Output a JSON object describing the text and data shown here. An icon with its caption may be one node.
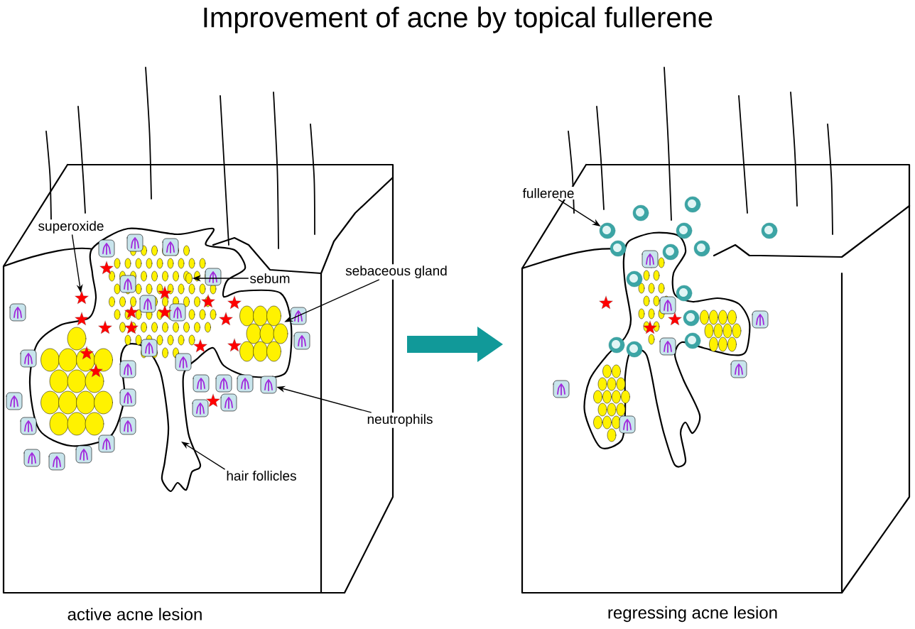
{
  "diagram": {
    "title": "Improvement of acne by topical fullerene",
    "nodes": [
      {
        "text": [
          "superoxide"
        ]
      },
      {
        "text": [
          "sebum"
        ]
      },
      {
        "text": [
          "sebaceous gland"
        ]
      },
      {
        "text": [
          "neutrophils"
        ]
      },
      {
        "text": [
          "hair follicles"
        ]
      },
      {
        "text": [
          "fullerene"
        ]
      },
      {
        "text": [],
        "shape": "star"
      },
      {
        "text": [],
        "shape": "ellipse"
      },
      {
        "text": [],
        "shape": "picture"
      },
      {
        "text": [],
        "shape": "picture"
      },
      {
        "text": [],
        "shape": "circle"
      }
    ],
    "edges": [
      {
        "from": 0,
        "to": 6,
        "arrow": "to"
      },
      {
        "from": 1,
        "to": 7,
        "arrow": "to"
      },
      {
        "from": 2,
        "to": 8,
        "arrow": "to"
      },
      {
        "from": 3,
        "to": 9,
        "arrow": "to"
      },
      {
        "from": 4,
        "to": null,
        "arrow": "to"
      },
      {
        "from": 5,
        "to": 10,
        "arrow": "to"
      }
    ],
    "labels": [
      "active acne lesion",
      "regressing acne lesion"
    ]
  }
}
